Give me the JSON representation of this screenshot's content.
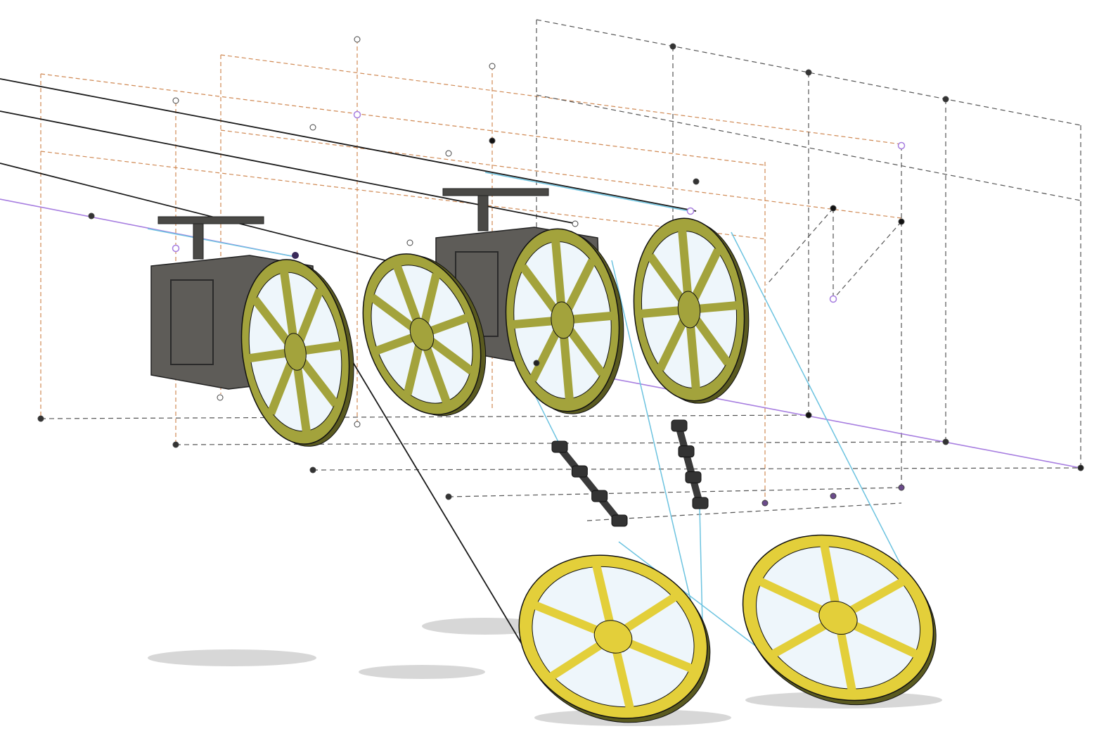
{
  "viewport": {
    "background": "#ffffff",
    "colors": {
      "orange_sketch": "#d08a55",
      "grey_sketch": "#555555",
      "black_line": "#1a1a1a",
      "purple_line": "#a77ee0",
      "blue_line": "#6cc3e0",
      "olive_wheel": "#a3a33c",
      "yellow_wheel": "#e3cf3a",
      "wheel_window": "#eef6fb",
      "body_grey": "#5e5c58",
      "shadow": "#bdbdbd"
    },
    "components": [
      {
        "name": "gondola-body",
        "count": 2
      },
      {
        "name": "olive-wheel",
        "count": 4,
        "spokes": 8
      },
      {
        "name": "yellow-wheel",
        "count": 2,
        "spokes": 6
      },
      {
        "name": "clip-assembly",
        "count": 2
      }
    ]
  }
}
